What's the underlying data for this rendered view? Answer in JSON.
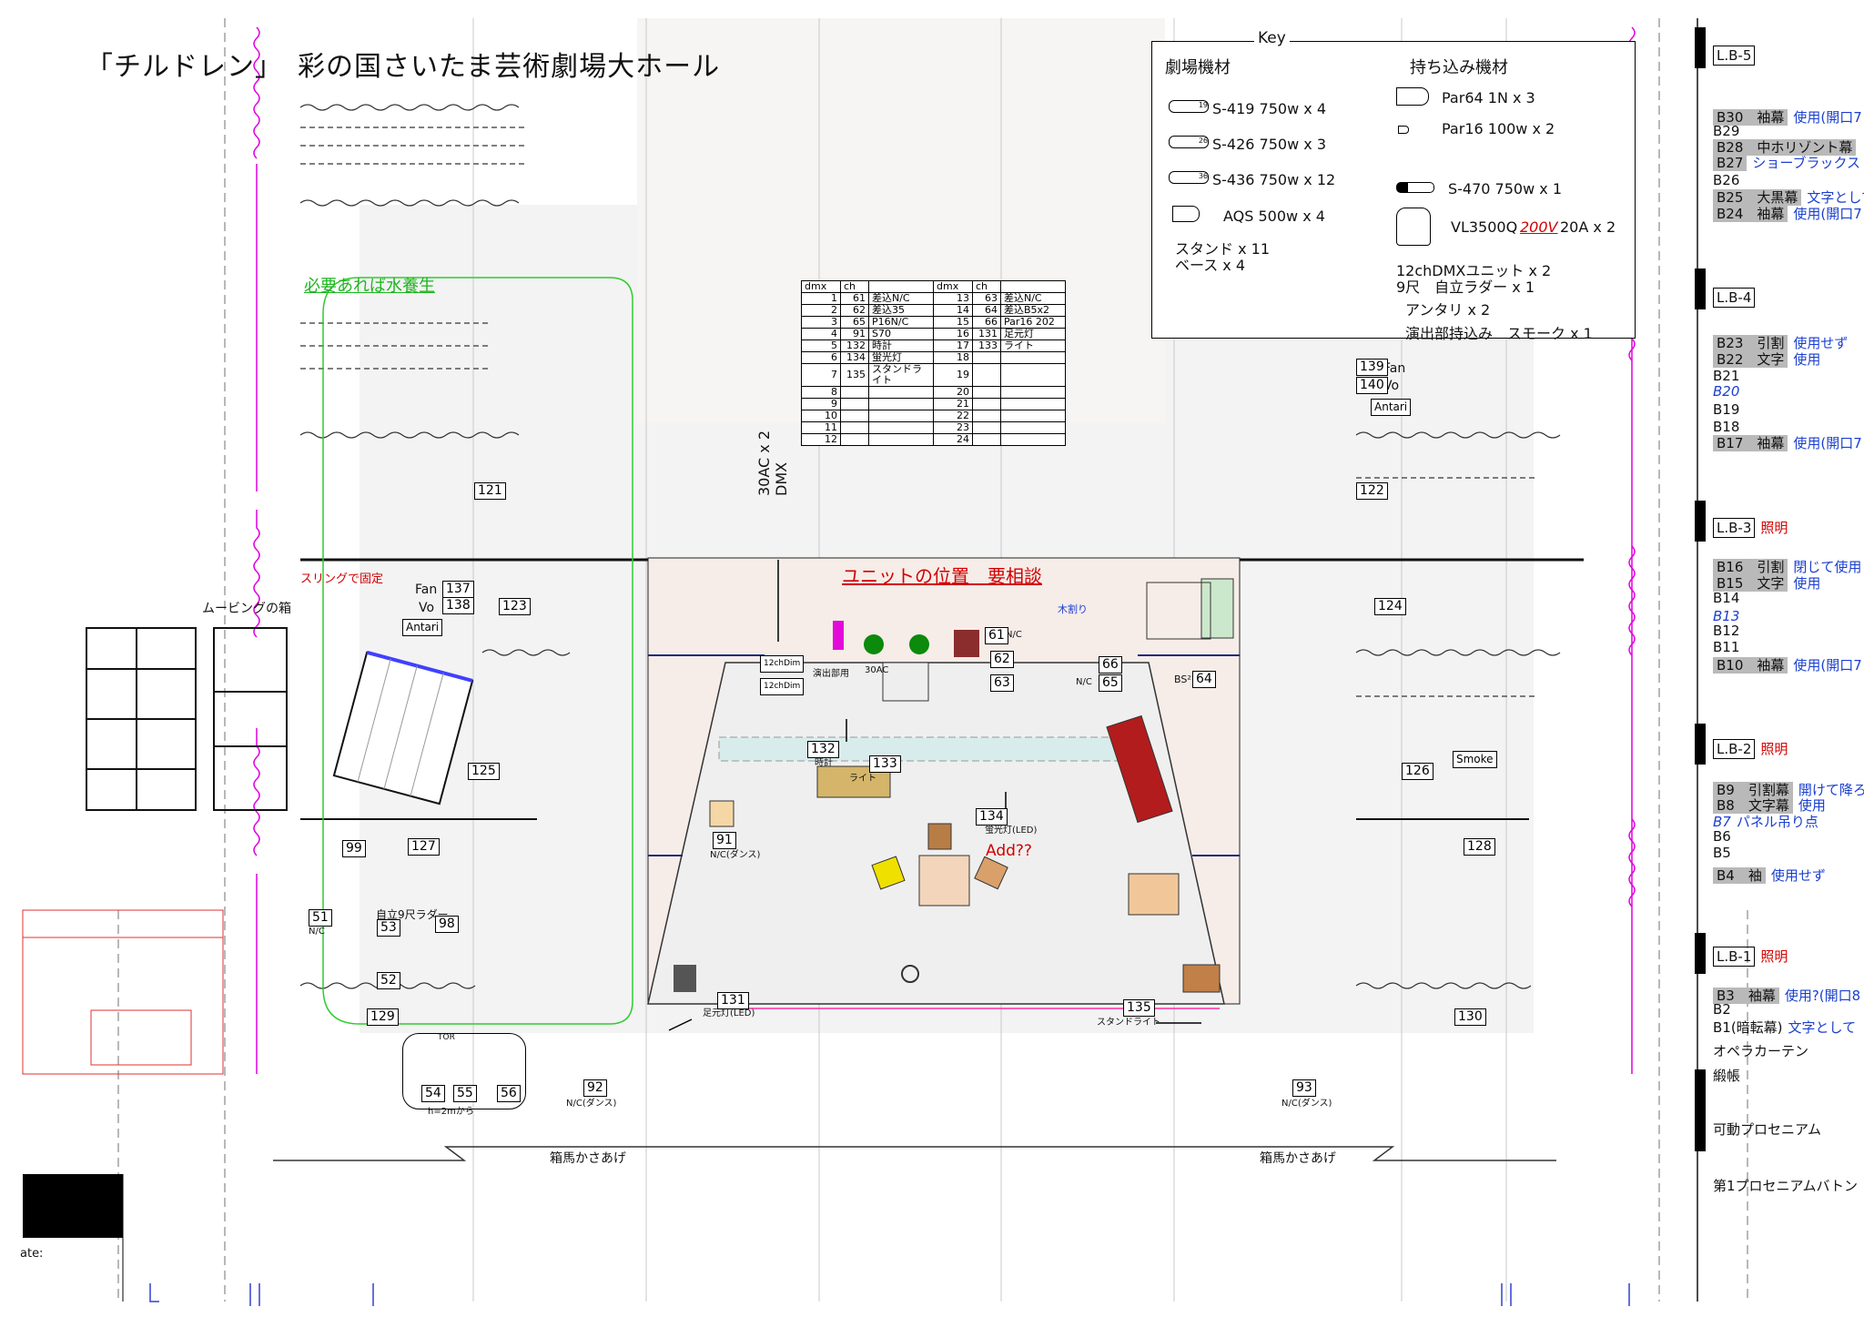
{
  "title": "「チルドレン」　彩の国さいたま芸術劇場大ホール",
  "key": {
    "heading": "Key",
    "house_heading": "劇場機材",
    "brought_heading": "持ち込み機材",
    "house_items": [
      "S-419 750w x 4",
      "S-426 750w x 3",
      "S-436 750w x 12",
      "AQS 500w x 4"
    ],
    "house_extra": [
      "スタンド x 11",
      "ベース x 4"
    ],
    "brought_items": [
      "Par64 1N x 3",
      "Par16 100w x 2",
      "S-470 750w x 1"
    ],
    "vl_prefix": "VL3500Q",
    "vl_voltage": "200V",
    "vl_suffix": "20A x 2",
    "brought_extra": [
      "12chDMXユニット x 2",
      "9尺　自立ラダー x 1",
      "アンタリ x 2",
      "演出部持込み　スモーク x 1"
    ]
  },
  "dmx_table": {
    "headers": [
      "dmx",
      "ch",
      "",
      "dmx",
      "ch",
      ""
    ],
    "rows": [
      [
        "1",
        "61",
        "差込N/C",
        "13",
        "63",
        "差込N/C"
      ],
      [
        "2",
        "62",
        "差込35",
        "14",
        "64",
        "差込B5x2"
      ],
      [
        "3",
        "65",
        "P16N/C",
        "15",
        "66",
        "Par16 202"
      ],
      [
        "4",
        "91",
        "S70",
        "16",
        "131",
        "足元灯"
      ],
      [
        "5",
        "132",
        "時計",
        "17",
        "133",
        "ライト"
      ],
      [
        "6",
        "134",
        "蛍光灯",
        "18",
        "",
        ""
      ],
      [
        "7",
        "135",
        "スタンドライト",
        "19",
        "",
        ""
      ],
      [
        "8",
        "",
        "",
        "20",
        "",
        ""
      ],
      [
        "9",
        "",
        "",
        "21",
        "",
        ""
      ],
      [
        "10",
        "",
        "",
        "22",
        "",
        ""
      ],
      [
        "11",
        "",
        "",
        "23",
        "",
        ""
      ],
      [
        "12",
        "",
        "",
        "24",
        "",
        ""
      ]
    ]
  },
  "notes": {
    "water": "必要あれば水養生",
    "sling": "スリングで固定",
    "moving_box": "ムービングの箱",
    "unit_position": "ユニットの位置　要相談",
    "ac_dmx_1": "30AC x 2",
    "ac_dmx_2": "DMX",
    "add": "Add??",
    "ladder": "自立9尺ラダー",
    "hakoma_left": "箱馬かさあげ",
    "hakoma_right": "箱馬かさあげ",
    "h2m": "h=2mから",
    "tor": "TOR",
    "date": "ate:",
    "smoke": "Smoke",
    "fan": "Fan",
    "vo": "Vo",
    "antari": "Antari",
    "wood": "木割り",
    "bs2": "BS²",
    "enshutsu": "演出部用",
    "dim12": "12chDim",
    "ac30": "30AC",
    "clock": "時計",
    "light": "ライト",
    "fluor": "蛍光灯(LED)",
    "footlight": "足元灯(LED)",
    "standlight": "スタンドライト",
    "nc_dance": "N/C(ダンス)",
    "nc": "N/C"
  },
  "channels": [
    "121",
    "122",
    "123",
    "124",
    "125",
    "126",
    "127",
    "128",
    "129",
    "130",
    "131",
    "132",
    "133",
    "134",
    "135",
    "137",
    "138",
    "139",
    "140",
    "51",
    "52",
    "53",
    "54",
    "55",
    "56",
    "61",
    "62",
    "63",
    "64",
    "65",
    "66",
    "91",
    "92",
    "93",
    "98",
    "99"
  ],
  "rail": [
    {
      "label": "L.B-5",
      "type": "lb"
    },
    {
      "label": "B30　袖幕",
      "note": "使用(開口7",
      "style": "grey"
    },
    {
      "label": "B29",
      "note": ""
    },
    {
      "label": "B28　中ホリゾント幕",
      "note": "",
      "style": "grey"
    },
    {
      "label": "B27",
      "note": "ショーブラックス",
      "style": "grey-blue"
    },
    {
      "label": "B26",
      "note": ""
    },
    {
      "label": "B25　大黒幕",
      "note": "文字として",
      "style": "grey"
    },
    {
      "label": "B24　袖幕",
      "note": "使用(開口7",
      "style": "grey"
    },
    {
      "label": "L.B-4",
      "type": "lb"
    },
    {
      "label": "B23　引割",
      "note": "使用せず",
      "style": "grey"
    },
    {
      "label": "B22　文字",
      "note": "使用",
      "style": "grey"
    },
    {
      "label": "B21",
      "note": ""
    },
    {
      "label": "B20",
      "note": "",
      "style": "italic-blue"
    },
    {
      "label": "B19",
      "note": ""
    },
    {
      "label": "B18",
      "note": ""
    },
    {
      "label": "B17　袖幕",
      "note": "使用(開口7",
      "style": "grey"
    },
    {
      "label": "L.B-3",
      "type": "lb",
      "note": "照明"
    },
    {
      "label": "B16　引割",
      "note": "閉じて使用",
      "style": "grey"
    },
    {
      "label": "B15　文字",
      "note": "使用",
      "style": "grey"
    },
    {
      "label": "B14",
      "note": ""
    },
    {
      "label": "B13",
      "note": "",
      "style": "italic-blue"
    },
    {
      "label": "B12",
      "note": ""
    },
    {
      "label": "B11",
      "note": ""
    },
    {
      "label": "B10　袖幕",
      "note": "使用(開口7",
      "style": "grey"
    },
    {
      "label": "L.B-2",
      "type": "lb",
      "note": "照明"
    },
    {
      "label": "B9　引割幕",
      "note": "開けて降ろ",
      "style": "grey"
    },
    {
      "label": "B8　文字幕",
      "note": "使用",
      "style": "grey"
    },
    {
      "label": "B7",
      "note": "パネル吊り点",
      "style": "italic-blue"
    },
    {
      "label": "B6",
      "note": ""
    },
    {
      "label": "B5",
      "note": ""
    },
    {
      "label": "B4　袖",
      "note": "使用せず",
      "style": "grey"
    },
    {
      "label": "L.B-1",
      "type": "lb",
      "note": "照明"
    },
    {
      "label": "B3　袖幕",
      "note": "使用?(開口8",
      "style": "grey"
    },
    {
      "label": "B2",
      "note": ""
    },
    {
      "label": "B1(暗転幕)",
      "note": "文字として",
      "style": "plain"
    },
    {
      "label": "オペラカーテン",
      "note": ""
    },
    {
      "label": "緞帳",
      "note": ""
    },
    {
      "label": "可動プロセニアム",
      "note": ""
    },
    {
      "label": "第1プロセニアムバトン",
      "note": ""
    }
  ]
}
